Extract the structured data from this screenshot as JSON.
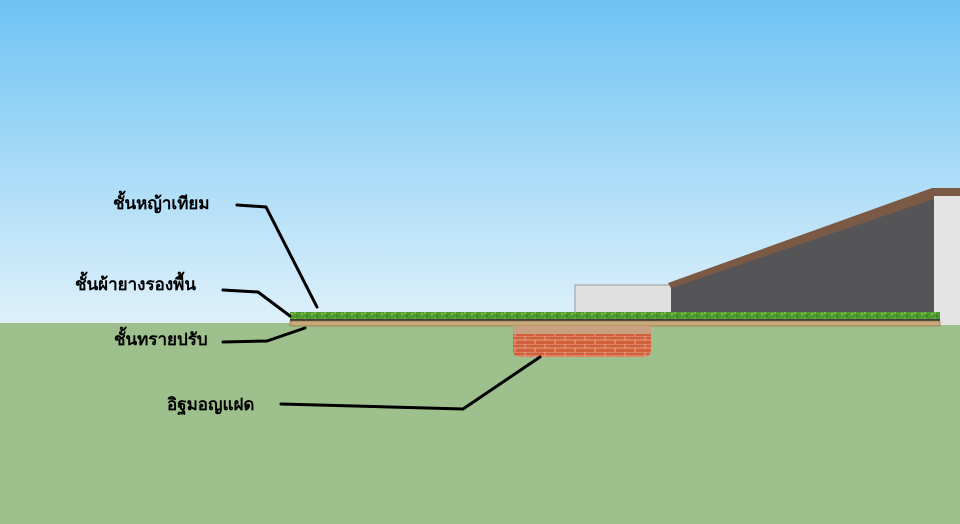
{
  "labels": {
    "artificial_grass": "ชั้นหญ้าเทียม",
    "rubber_underlay": "ชั้นผ้ายางรองพื้น",
    "leveling_sand": "ชั้นทรายปรับ",
    "twin_bricks": "อิฐมอญแฝด"
  },
  "colors": {
    "sky_top": "#6ec3f3",
    "sky_bottom": "#dff1fb",
    "ground": "#9dc08c",
    "grass": "#4f9a2e",
    "sand": "#c7a97a",
    "brick": "#d0603a",
    "wall_dark": "#555557",
    "wall_light": "#e2e2e2"
  }
}
